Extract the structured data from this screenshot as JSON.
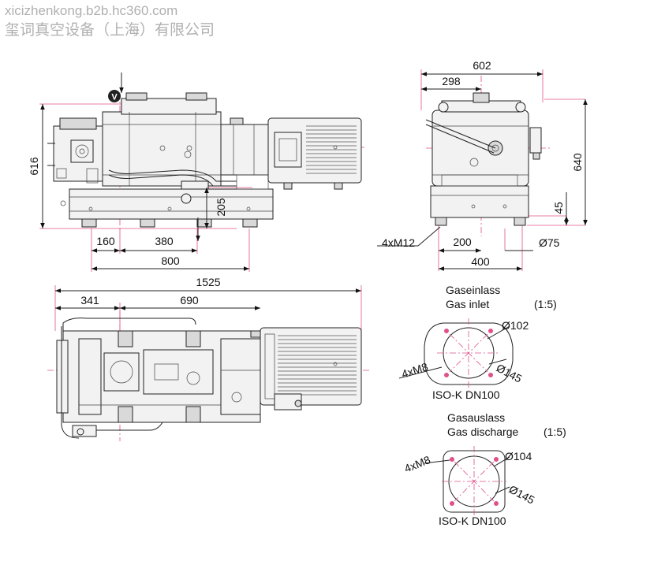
{
  "watermark": {
    "url": "xicizhenkong.b2b.hc360.com",
    "company": "玺词真空设备（上海）有限公司"
  },
  "front_view": {
    "dims": {
      "height": "616",
      "gas_outlet_height": "205",
      "foot_offset": "160",
      "foot_spacing": "380",
      "base_length": "800"
    },
    "marker": "V"
  },
  "side_view": {
    "dims": {
      "width": "602",
      "half_width": "298",
      "height": "640",
      "foot_height": "45",
      "foot_center": "200",
      "foot_width": "400",
      "foot_dia": "Ø75",
      "mount_holes": "4xM12"
    }
  },
  "top_view": {
    "dims": {
      "length": "1525",
      "inlet_offset": "341",
      "motor_offset": "690"
    }
  },
  "inlet_flange": {
    "title_de": "Gaseinlass",
    "title_en": "Gas inlet",
    "scale": "(1:5)",
    "dia_inner": "Ø102",
    "dia_bolt": "Ø145",
    "holes": "4xM8",
    "standard": "ISO-K  DN100"
  },
  "discharge_flange": {
    "title_de": "Gasauslass",
    "title_en": "Gas discharge",
    "scale": "(1:5)",
    "dia_inner": "Ø104",
    "dia_bolt": "Ø145",
    "holes": "4xM8",
    "standard": "ISO-K  DN100"
  }
}
